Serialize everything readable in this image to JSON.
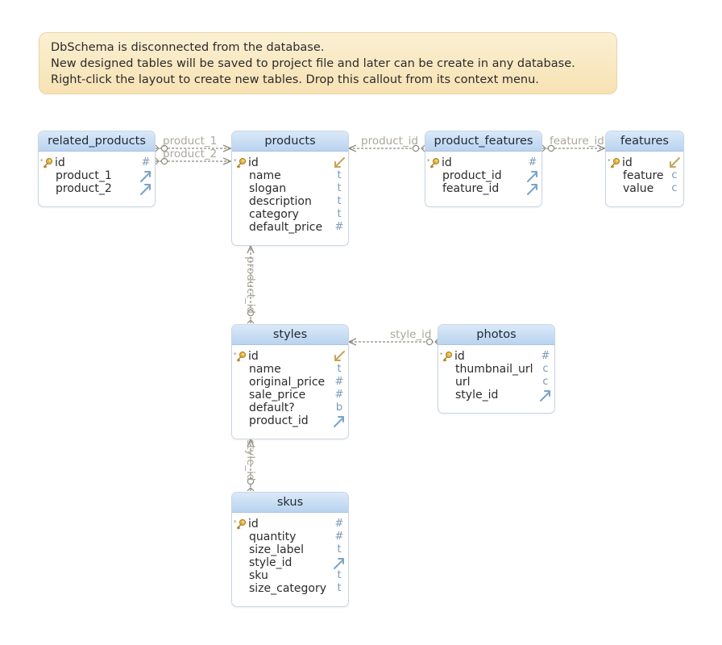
{
  "callout": {
    "lines": [
      "DbSchema is disconnected from the database.",
      "New designed tables will be saved to project file and later can be create in any database.",
      "Right-click the layout to create new tables. Drop this callout from its context menu."
    ]
  },
  "colors": {
    "callout_bg": "#f9e8c1",
    "header_bg": "#c6dbf3",
    "connector": "#8f8b80",
    "type_icon": "#7d9ab5",
    "key_icon": "#d7a437"
  },
  "tables": {
    "related_products": {
      "name": "related_products",
      "columns": [
        {
          "name": "id",
          "type": "#"
        },
        {
          "name": "product_1",
          "type": "fk-icon"
        },
        {
          "name": "product_2",
          "type": "fk-icon"
        }
      ]
    },
    "products": {
      "name": "products",
      "columns": [
        {
          "name": "id",
          "type": "ref-icon"
        },
        {
          "name": "name",
          "type": "t"
        },
        {
          "name": "slogan",
          "type": "t"
        },
        {
          "name": "description",
          "type": "t"
        },
        {
          "name": "category",
          "type": "t"
        },
        {
          "name": "default_price",
          "type": "#"
        }
      ]
    },
    "product_features": {
      "name": "product_features",
      "columns": [
        {
          "name": "id",
          "type": "#"
        },
        {
          "name": "product_id",
          "type": "fk-icon"
        },
        {
          "name": "feature_id",
          "type": "fk-icon"
        }
      ]
    },
    "features": {
      "name": "features",
      "columns": [
        {
          "name": "id",
          "type": "ref-icon"
        },
        {
          "name": "feature",
          "type": "c"
        },
        {
          "name": "value",
          "type": "c"
        }
      ]
    },
    "styles": {
      "name": "styles",
      "columns": [
        {
          "name": "id",
          "type": "ref-icon"
        },
        {
          "name": "name",
          "type": "t"
        },
        {
          "name": "original_price",
          "type": "#"
        },
        {
          "name": "sale_price",
          "type": "#"
        },
        {
          "name": "default?",
          "type": "b"
        },
        {
          "name": "product_id",
          "type": "fk-icon"
        }
      ]
    },
    "photos": {
      "name": "photos",
      "columns": [
        {
          "name": "id",
          "type": "#"
        },
        {
          "name": "thumbnail_url",
          "type": "c"
        },
        {
          "name": "url",
          "type": "c"
        },
        {
          "name": "style_id",
          "type": "fk-icon"
        }
      ]
    },
    "skus": {
      "name": "skus",
      "columns": [
        {
          "name": "id",
          "type": "#"
        },
        {
          "name": "quantity",
          "type": "#"
        },
        {
          "name": "size_label",
          "type": "t"
        },
        {
          "name": "style_id",
          "type": "fk-icon"
        },
        {
          "name": "sku",
          "type": "t"
        },
        {
          "name": "size_category",
          "type": "t"
        }
      ]
    }
  },
  "relations": {
    "product_1": "product_1",
    "product_2": "product_2",
    "product_id_features": "product_id",
    "feature_id": "feature_id",
    "product_id_styles": "product_id",
    "style_id_photos": "style_id",
    "style_id_skus": "style_id"
  }
}
